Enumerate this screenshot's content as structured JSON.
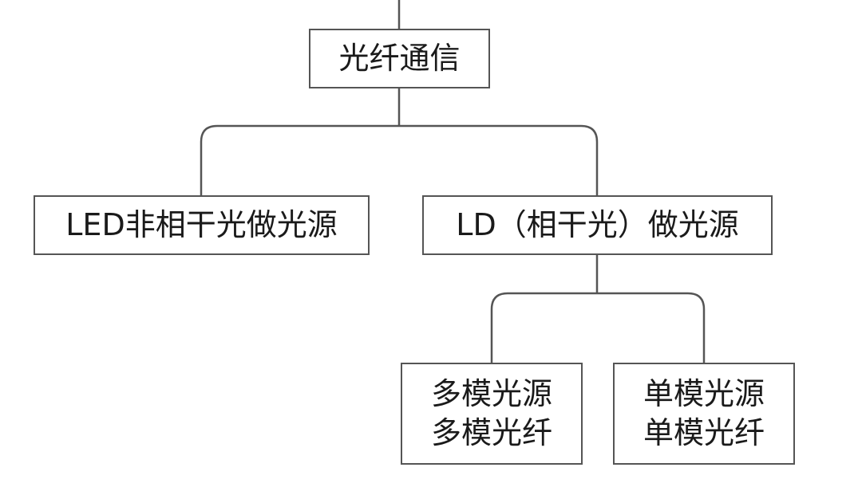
{
  "diagram": {
    "root": {
      "label": "光纤通信"
    },
    "led_source": {
      "label": "LED非相干光做光源"
    },
    "ld_source": {
      "label": "LD（相干光）做光源"
    },
    "multimode": {
      "line1": "多模光源",
      "line2": "多模光纤"
    },
    "singlemode": {
      "line1": "单模光源",
      "line2": "单模光纤"
    }
  },
  "colors": {
    "line": "#555555",
    "border": "#555555",
    "text": "#1a1a1a",
    "background": "#ffffff"
  }
}
